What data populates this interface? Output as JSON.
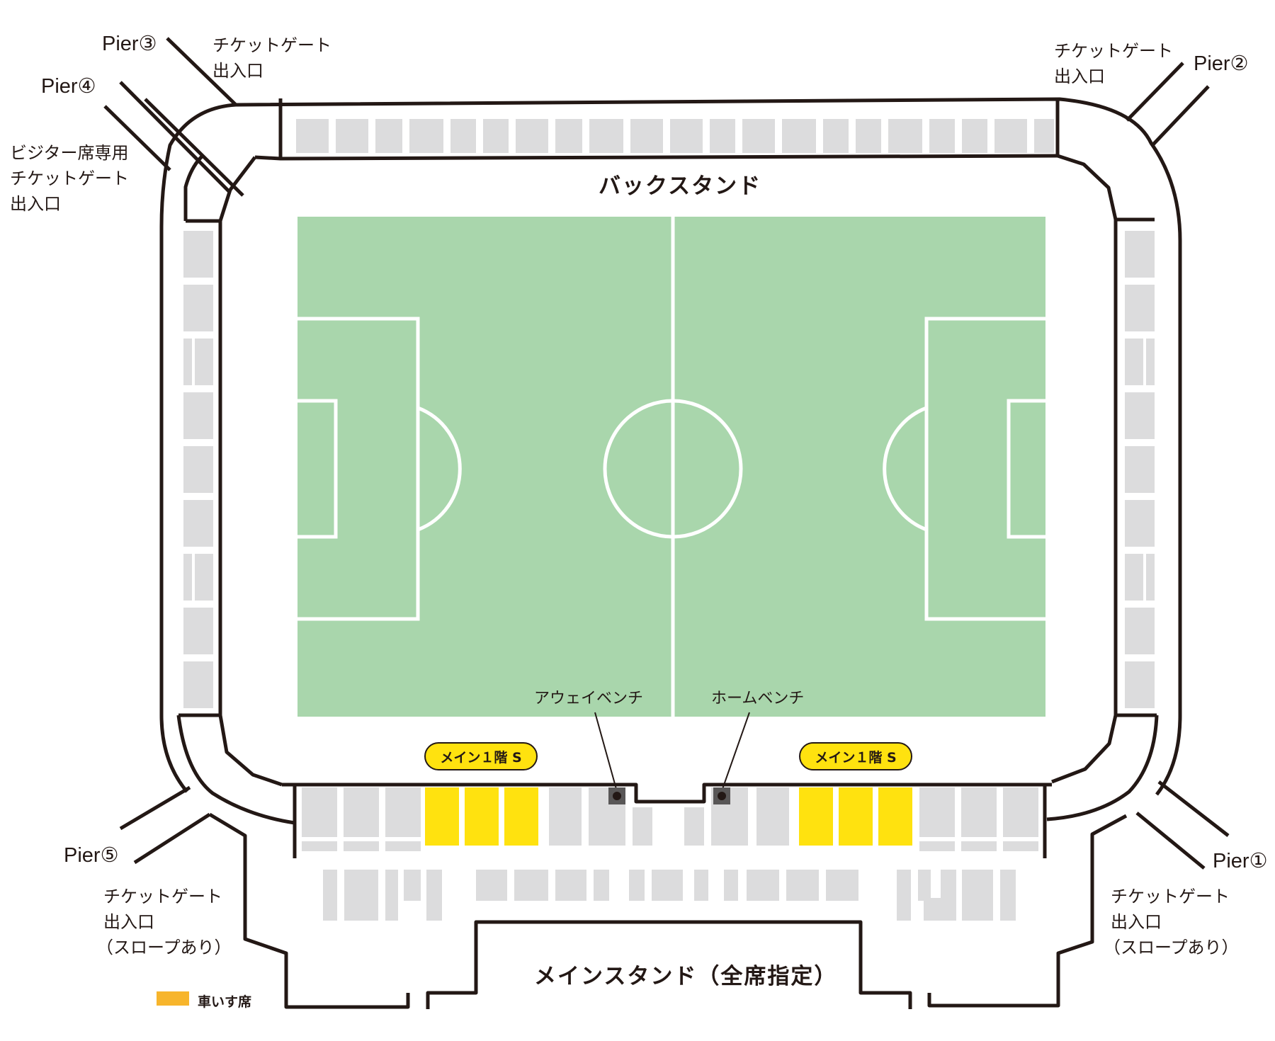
{
  "stands": {
    "back": "バックスタンド",
    "main": "メインスタンド（全席指定）"
  },
  "piers": {
    "p1": "Pier①",
    "p2": "Pier②",
    "p3": "Pier③",
    "p4": "Pier④",
    "p5": "Pier⑤"
  },
  "gates": {
    "top_left": [
      "チケットゲート",
      "出入口"
    ],
    "top_right": [
      "チケットゲート",
      "出入口"
    ],
    "visitor": [
      "ビジター席専用",
      "チケットゲート",
      "出入口"
    ],
    "bottom_left": [
      "チケットゲート",
      "出入口",
      "（スロープあり）"
    ],
    "bottom_right": [
      "チケットゲート",
      "出入口",
      "（スロープあり）"
    ]
  },
  "benches": {
    "away": "アウェイベンチ",
    "home": "ホームベンチ"
  },
  "seat_zones": {
    "left": "メイン１階 S",
    "right": "メイン１階 S"
  },
  "legend": {
    "wheelchair": "車いす席"
  },
  "colors": {
    "pitch": "#a9d6ac",
    "seat_block": "#dcdcdd",
    "highlight_seat": "#ffe20f",
    "wheelchair": "#f7b52c",
    "outline": "#231815"
  }
}
